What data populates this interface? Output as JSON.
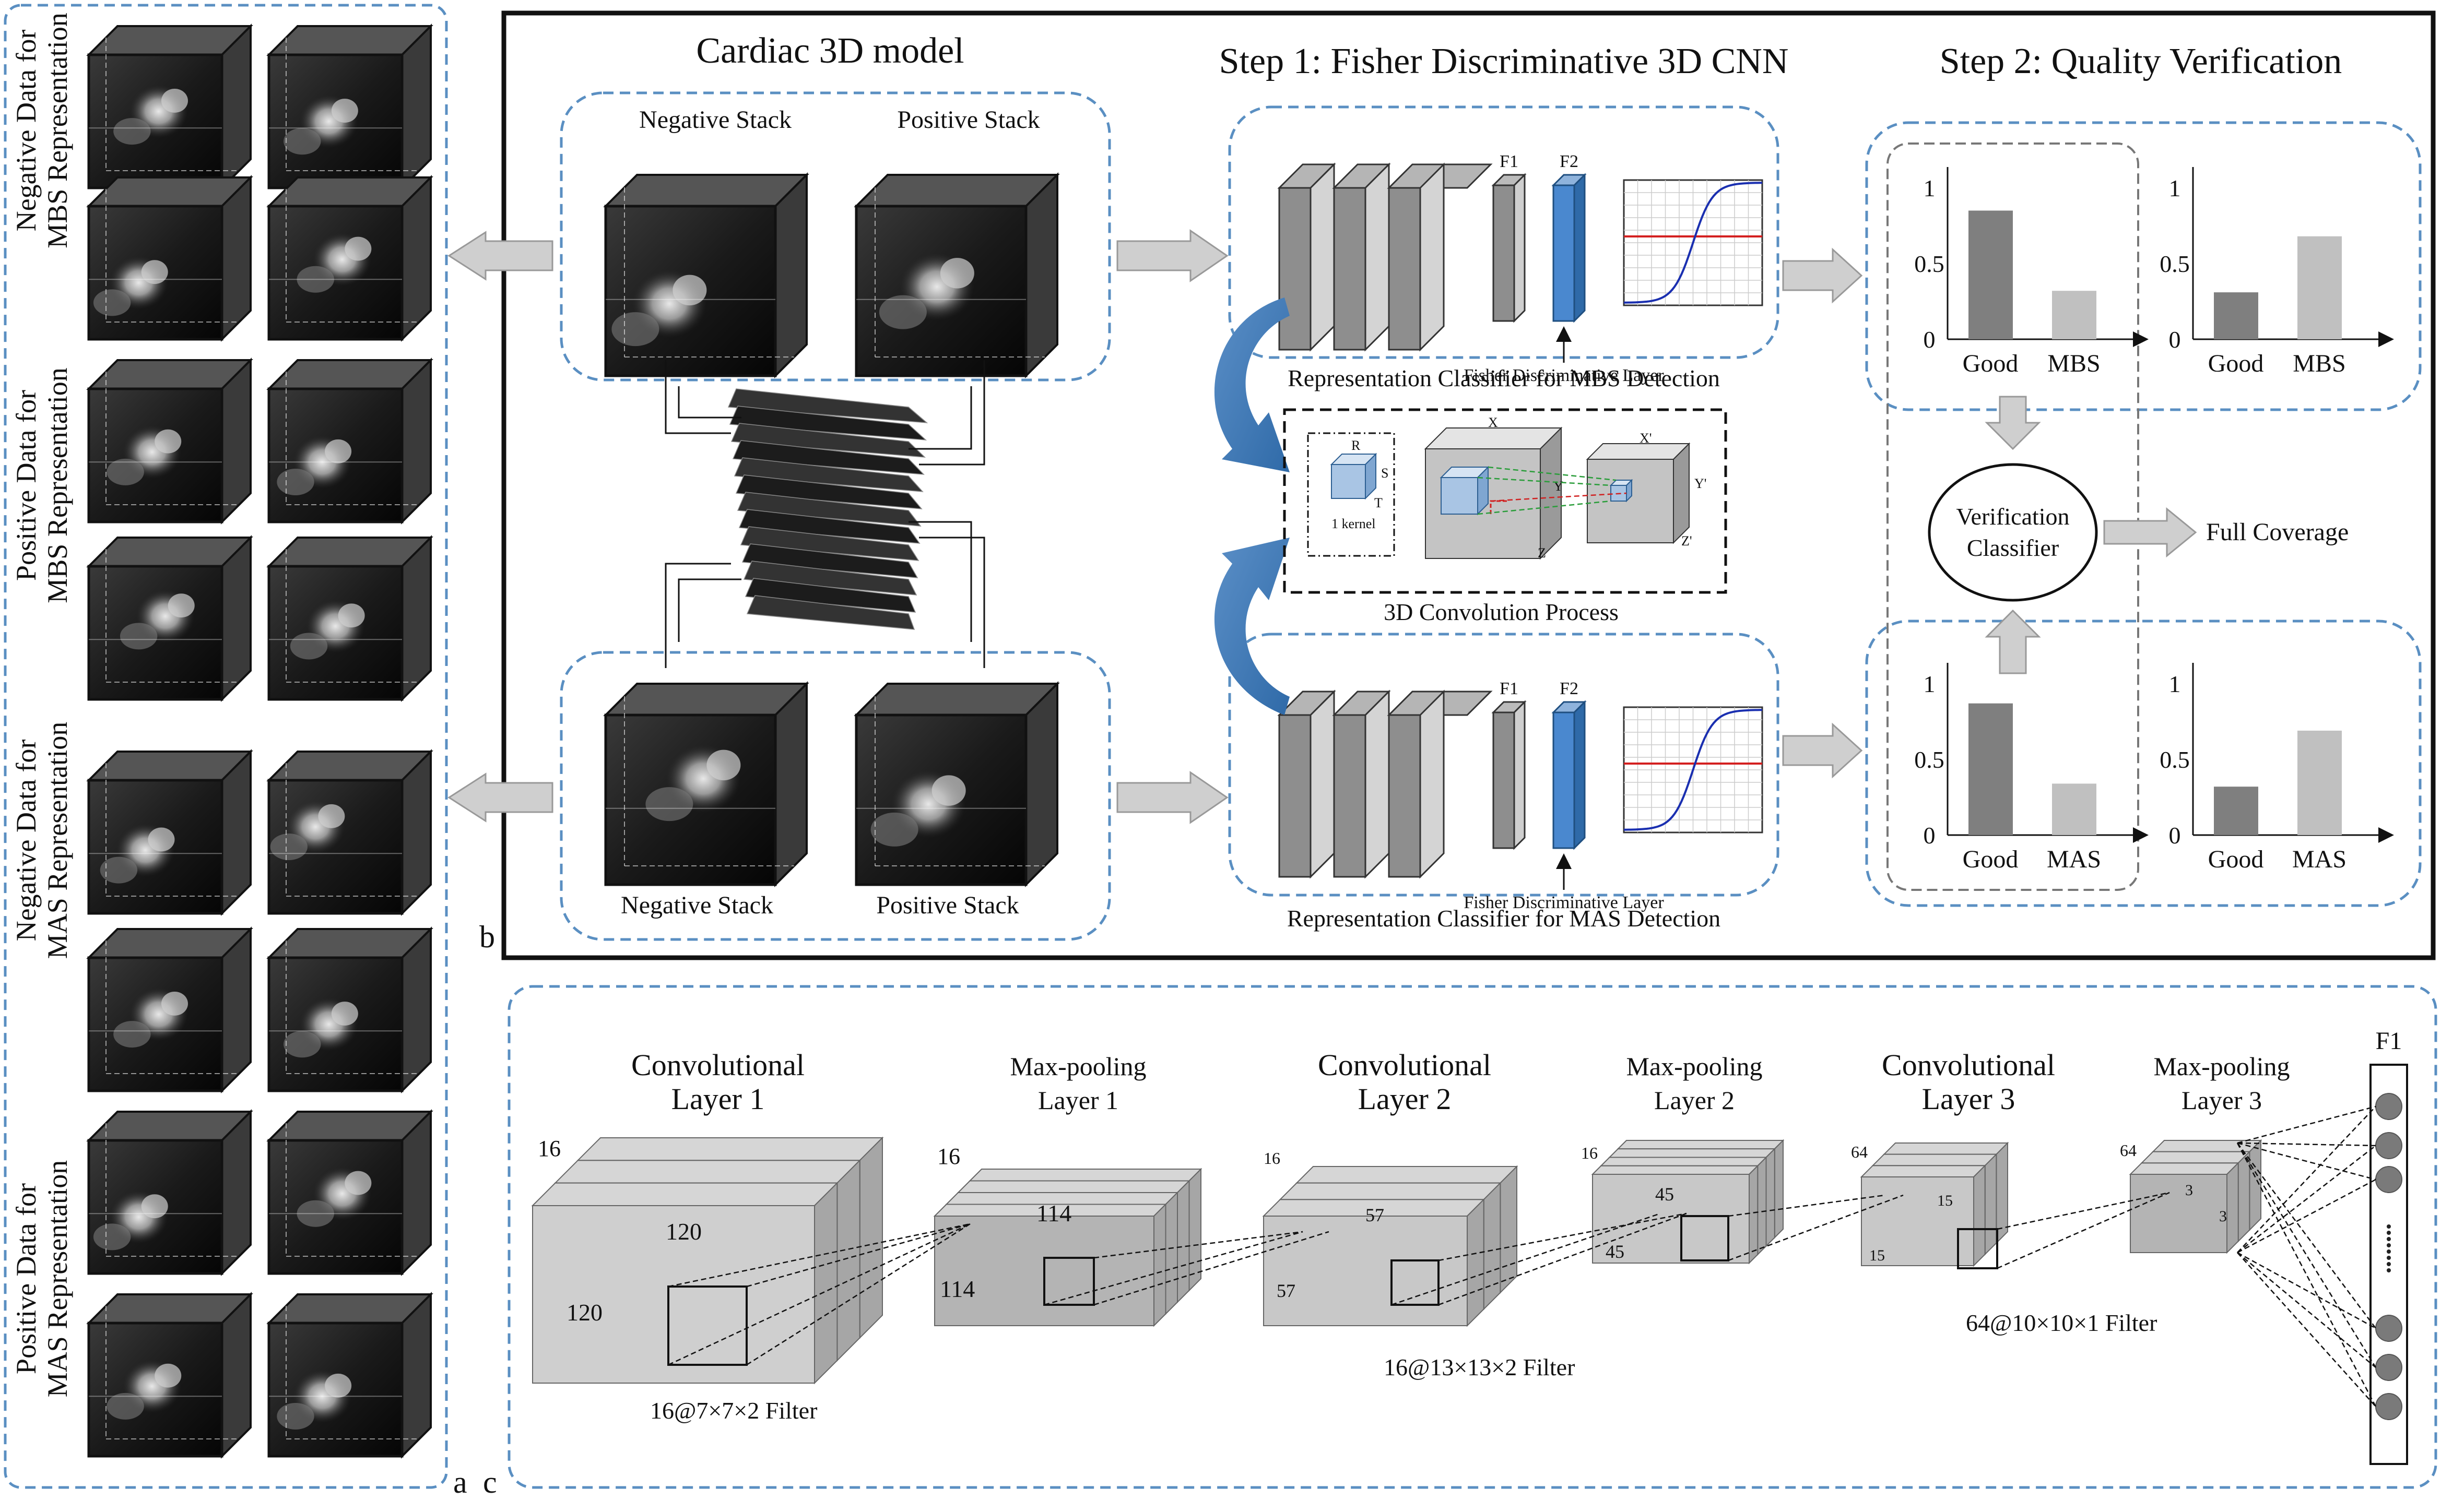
{
  "panel_a": {
    "label": "a",
    "group_labels": [
      [
        "Negative Data for",
        "MBS Representation"
      ],
      [
        "Positive Data for",
        "MBS Representation"
      ],
      [
        "Negative Data for",
        "MAS Representation"
      ],
      [
        "Positive Data for",
        "MAS Representation"
      ]
    ]
  },
  "panel_b": {
    "label": "b",
    "model_title": "Cardiac 3D model",
    "negative_stack": "Negative Stack",
    "positive_stack": "Positive Stack",
    "step1_title": "Step 1:  Fisher Discriminative 3D CNN",
    "step2_title": "Step 2: Quality Verification",
    "f1": "F1",
    "f2": "F2",
    "fisher_layer": "Fisher Discriminative Layer",
    "mbs_caption": "Representation Classifier for MBS Detection",
    "mas_caption": "Representation Classifier for MAS Detection",
    "conv_process": "3D Convolution Process",
    "kernel_label": "1 kernel",
    "kernel_axes": [
      "R",
      "S",
      "T"
    ],
    "input_axes": [
      "X",
      "Y",
      "Z"
    ],
    "output_axes": [
      "X'",
      "Y'",
      "Z'"
    ],
    "verification": [
      "Verification",
      "Classifier"
    ],
    "full_coverage": "Full Coverage",
    "bar_charts": [
      {
        "categories": [
          "Good",
          "MBS"
        ],
        "values": [
          0.85,
          0.32
        ],
        "ticks": [
          "1",
          "0.5",
          "0"
        ]
      },
      {
        "categories": [
          "Good",
          "MBS"
        ],
        "values": [
          0.31,
          0.68
        ],
        "ticks": [
          "1",
          "0.5",
          "0"
        ]
      },
      {
        "categories": [
          "Good",
          "MAS"
        ],
        "values": [
          0.87,
          0.34
        ],
        "ticks": [
          "1",
          "0.5",
          "0"
        ]
      },
      {
        "categories": [
          "Good",
          "MAS"
        ],
        "values": [
          0.32,
          0.69
        ],
        "ticks": [
          "1",
          "0.5",
          "0"
        ]
      }
    ]
  },
  "panel_c": {
    "label": "c",
    "layers": [
      {
        "title": [
          "Convolutional",
          "Layer 1"
        ],
        "depth": "16",
        "dim_a": "120",
        "dim_b": "120",
        "filter": "16@7×7×2 Filter"
      },
      {
        "title": [
          "Max-pooling",
          "Layer 1"
        ],
        "depth": "16",
        "dim_a": "114",
        "dim_b": "114"
      },
      {
        "title": [
          "Convolutional",
          "Layer 2"
        ],
        "depth": "16",
        "dim_a": "57",
        "dim_b": "57",
        "filter": "16@13×13×2 Filter"
      },
      {
        "title": [
          "Max-pooling",
          "Layer 2"
        ],
        "depth": "16",
        "dim_a": "45",
        "dim_b": "45"
      },
      {
        "title": [
          "Convolutional",
          "Layer 3"
        ],
        "depth": "64",
        "dim_a": "15",
        "dim_b": "15",
        "filter": "64@10×10×1 Filter"
      },
      {
        "title": [
          "Max-pooling",
          "Layer 3"
        ],
        "depth": "64",
        "dim_a": "3",
        "dim_b": "3"
      }
    ],
    "f1": "F1"
  }
}
